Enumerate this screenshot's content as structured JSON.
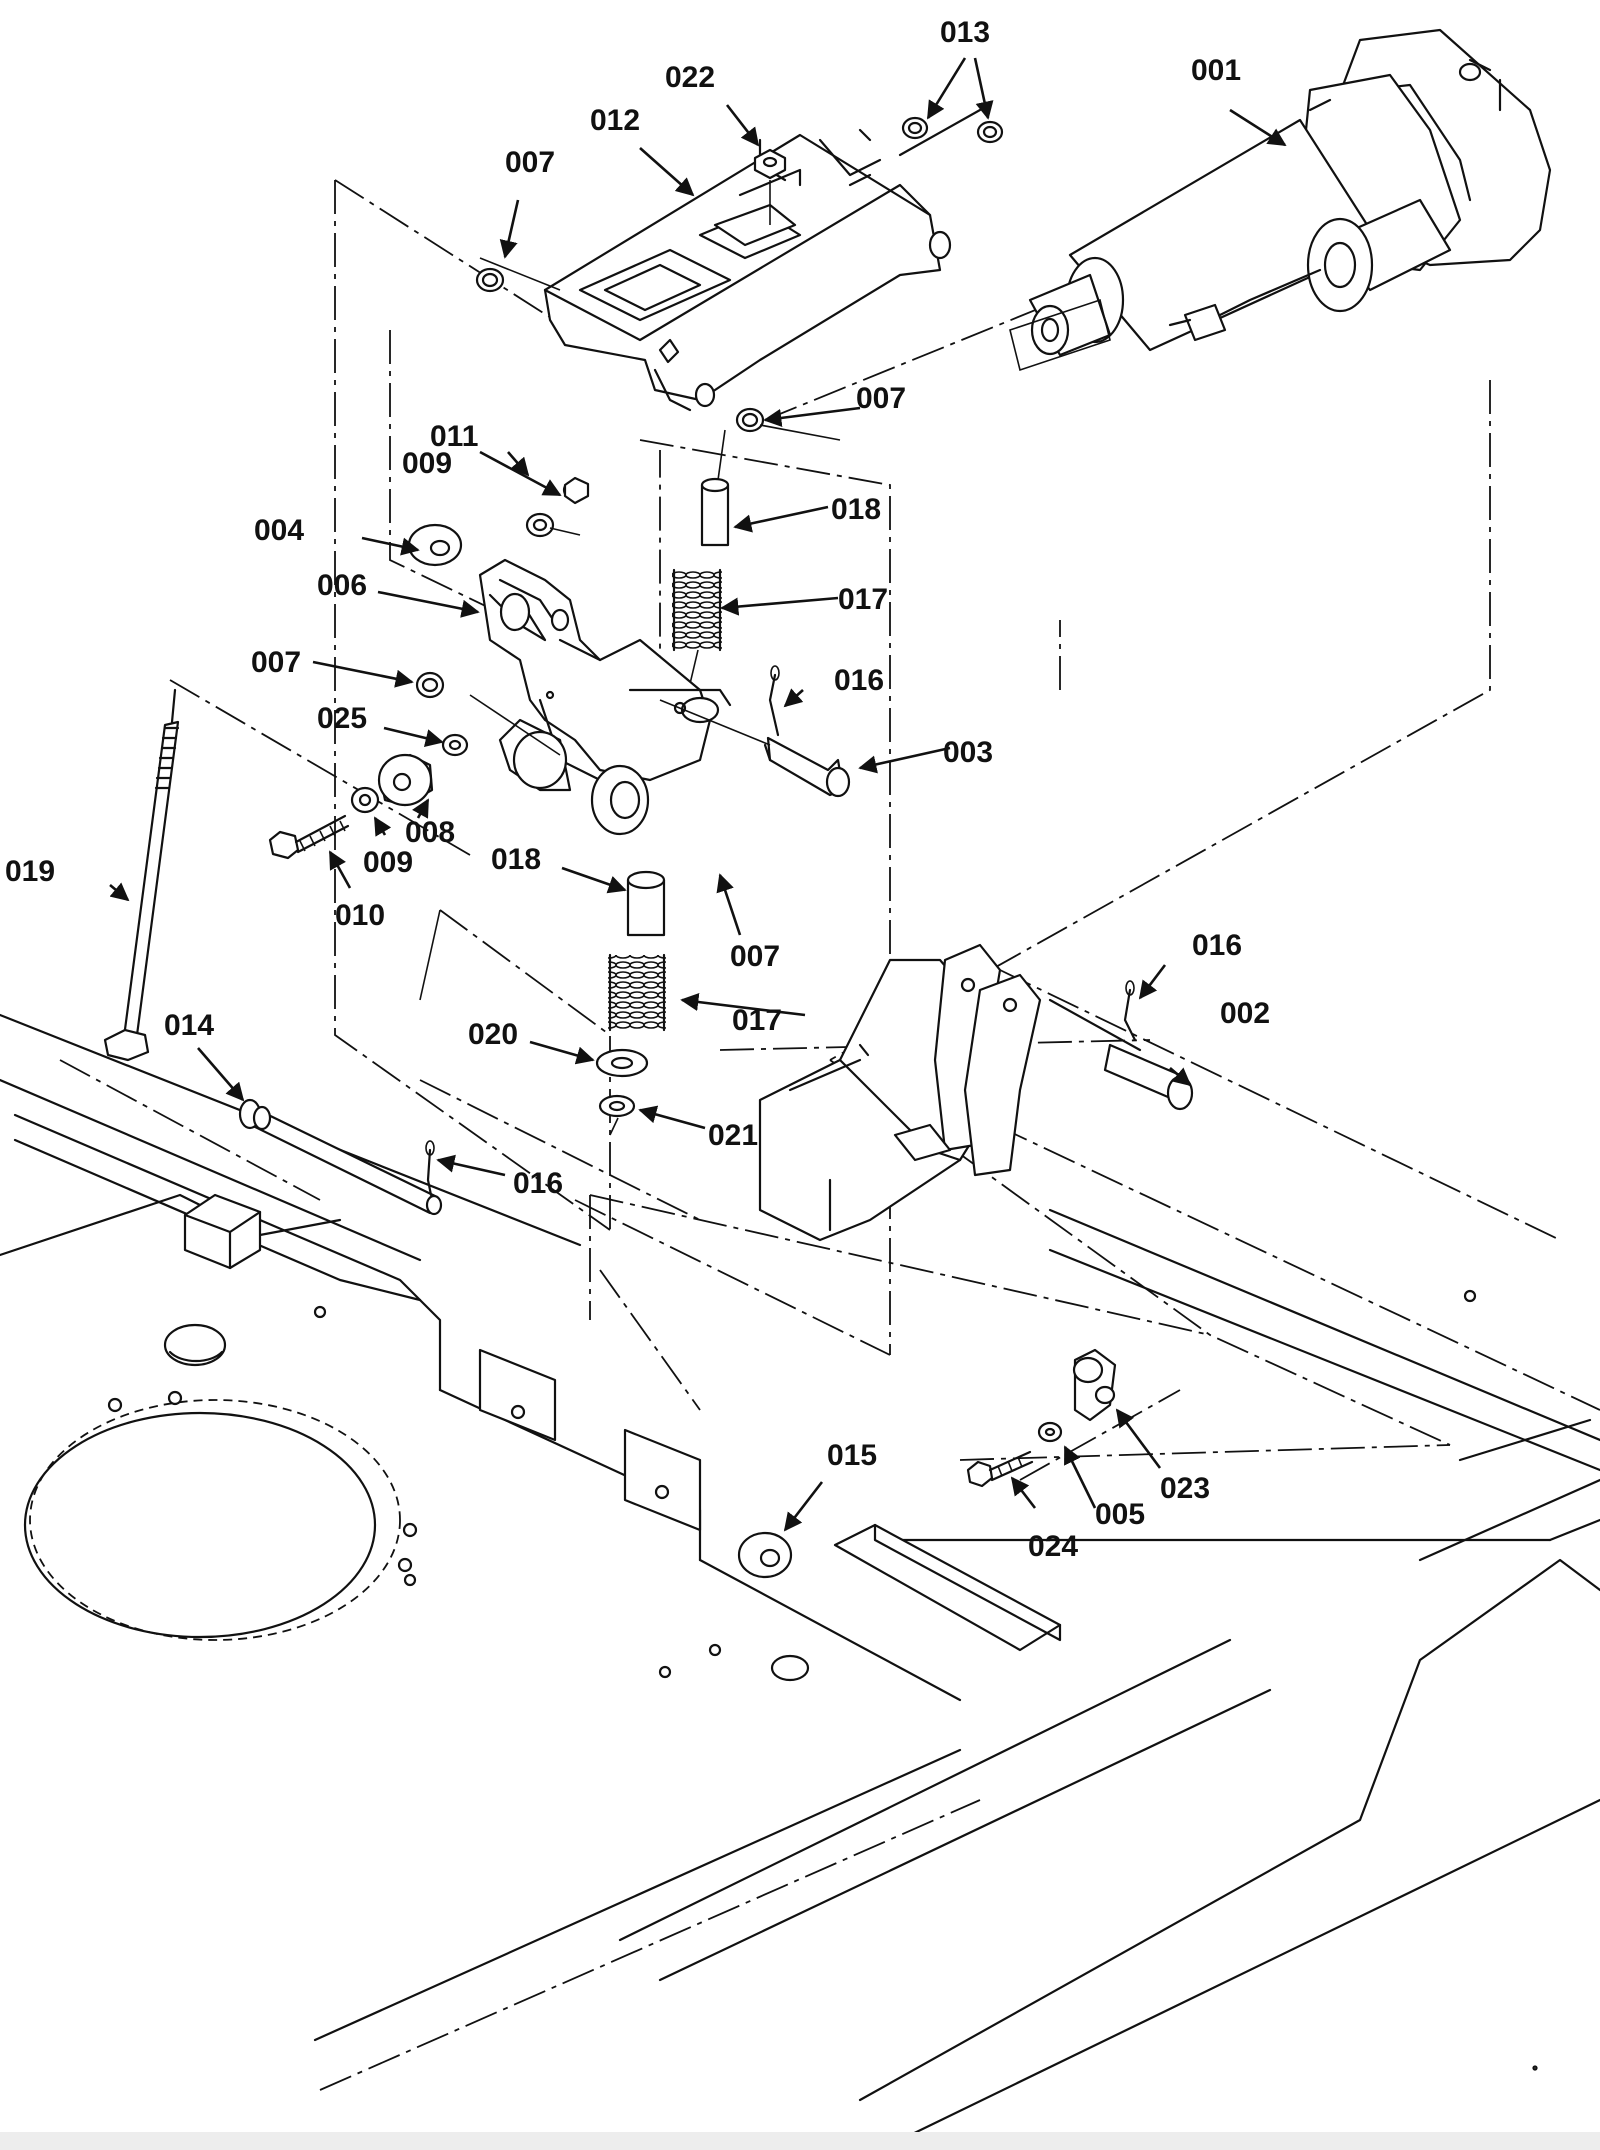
{
  "diagram": {
    "callouts": {
      "p001": "001",
      "p002": "002",
      "p003": "003",
      "p004": "004",
      "p005": "005",
      "p006": "006",
      "p007a": "007",
      "p007b": "007",
      "p007c": "007",
      "p007d": "007",
      "p008": "008",
      "p009a": "009",
      "p009b": "009",
      "p010": "010",
      "p011": "011",
      "p012": "012",
      "p013": "013",
      "p014": "014",
      "p015": "015",
      "p016a": "016",
      "p016b": "016",
      "p016c": "016",
      "p017a": "017",
      "p017b": "017",
      "p018a": "018",
      "p018b": "018",
      "p019": "019",
      "p020": "020",
      "p021": "021",
      "p022": "022",
      "p023": "023",
      "p024": "024",
      "p025": "025"
    }
  }
}
